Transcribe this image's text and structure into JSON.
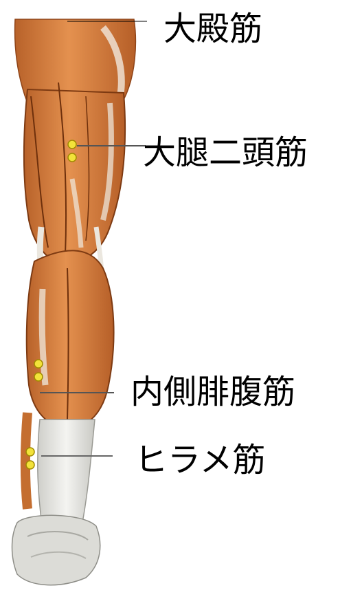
{
  "labels": {
    "gluteus_maximus": "大殿筋",
    "biceps_femoris": "大腿二頭筋",
    "medial_gastrocnemius": "内側腓腹筋",
    "soleus": "ヒラメ筋"
  },
  "colors": {
    "muscle": "#d9813f",
    "muscle_dark": "#a9501d",
    "tendon": "#e9e9e6",
    "electrode": "#f2e23a",
    "leader_line": "#555555"
  }
}
